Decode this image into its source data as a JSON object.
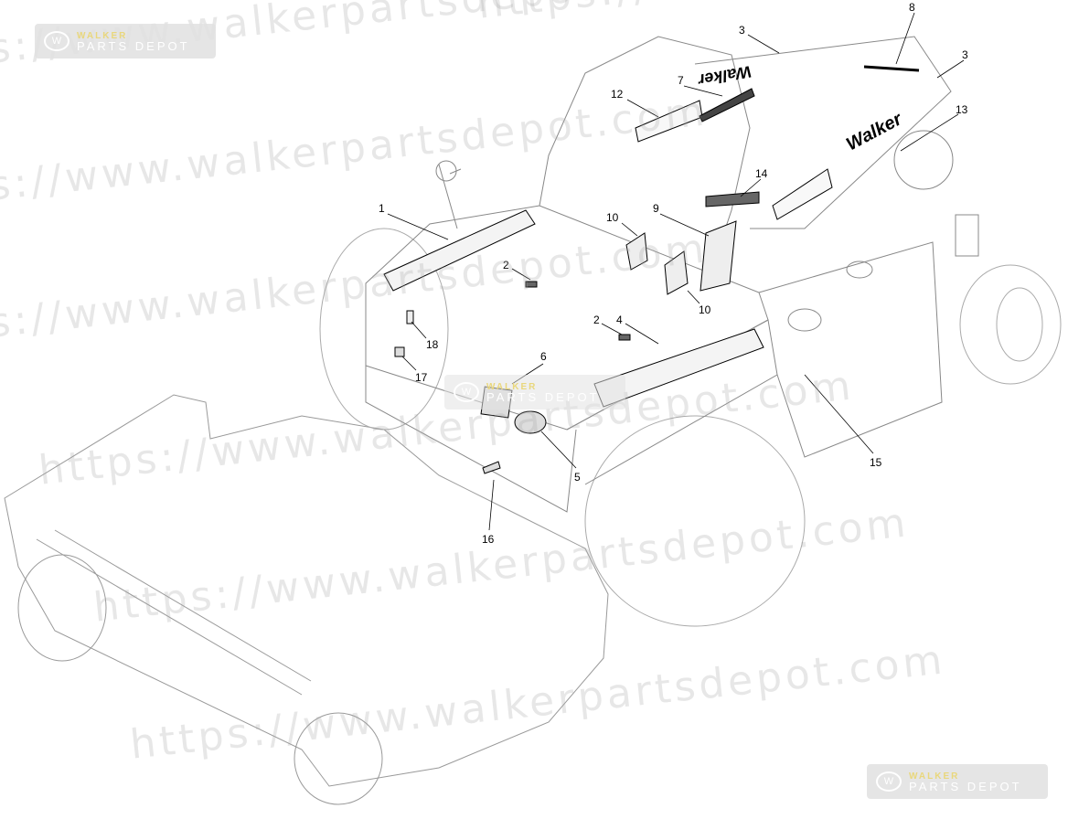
{
  "watermark": {
    "text": "https://www.walkerpartsdepot.com",
    "logo_line1": "WALKER",
    "logo_line2": "PARTS DEPOT"
  },
  "decal_text": {
    "brand": "Walker",
    "brand_mirrored": "Walker"
  },
  "callouts": [
    {
      "id": "3a",
      "label": "3"
    },
    {
      "id": "8",
      "label": "8"
    },
    {
      "id": "3b",
      "label": "3"
    },
    {
      "id": "7",
      "label": "7"
    },
    {
      "id": "12",
      "label": "12"
    },
    {
      "id": "13",
      "label": "13"
    },
    {
      "id": "14",
      "label": "14"
    },
    {
      "id": "1",
      "label": "1"
    },
    {
      "id": "10a",
      "label": "10"
    },
    {
      "id": "9",
      "label": "9"
    },
    {
      "id": "2a",
      "label": "2"
    },
    {
      "id": "10b",
      "label": "10"
    },
    {
      "id": "2b",
      "label": "2"
    },
    {
      "id": "4",
      "label": "4"
    },
    {
      "id": "18",
      "label": "18"
    },
    {
      "id": "17",
      "label": "17"
    },
    {
      "id": "6",
      "label": "6"
    },
    {
      "id": "5",
      "label": "5"
    },
    {
      "id": "15",
      "label": "15"
    },
    {
      "id": "16",
      "label": "16"
    }
  ]
}
